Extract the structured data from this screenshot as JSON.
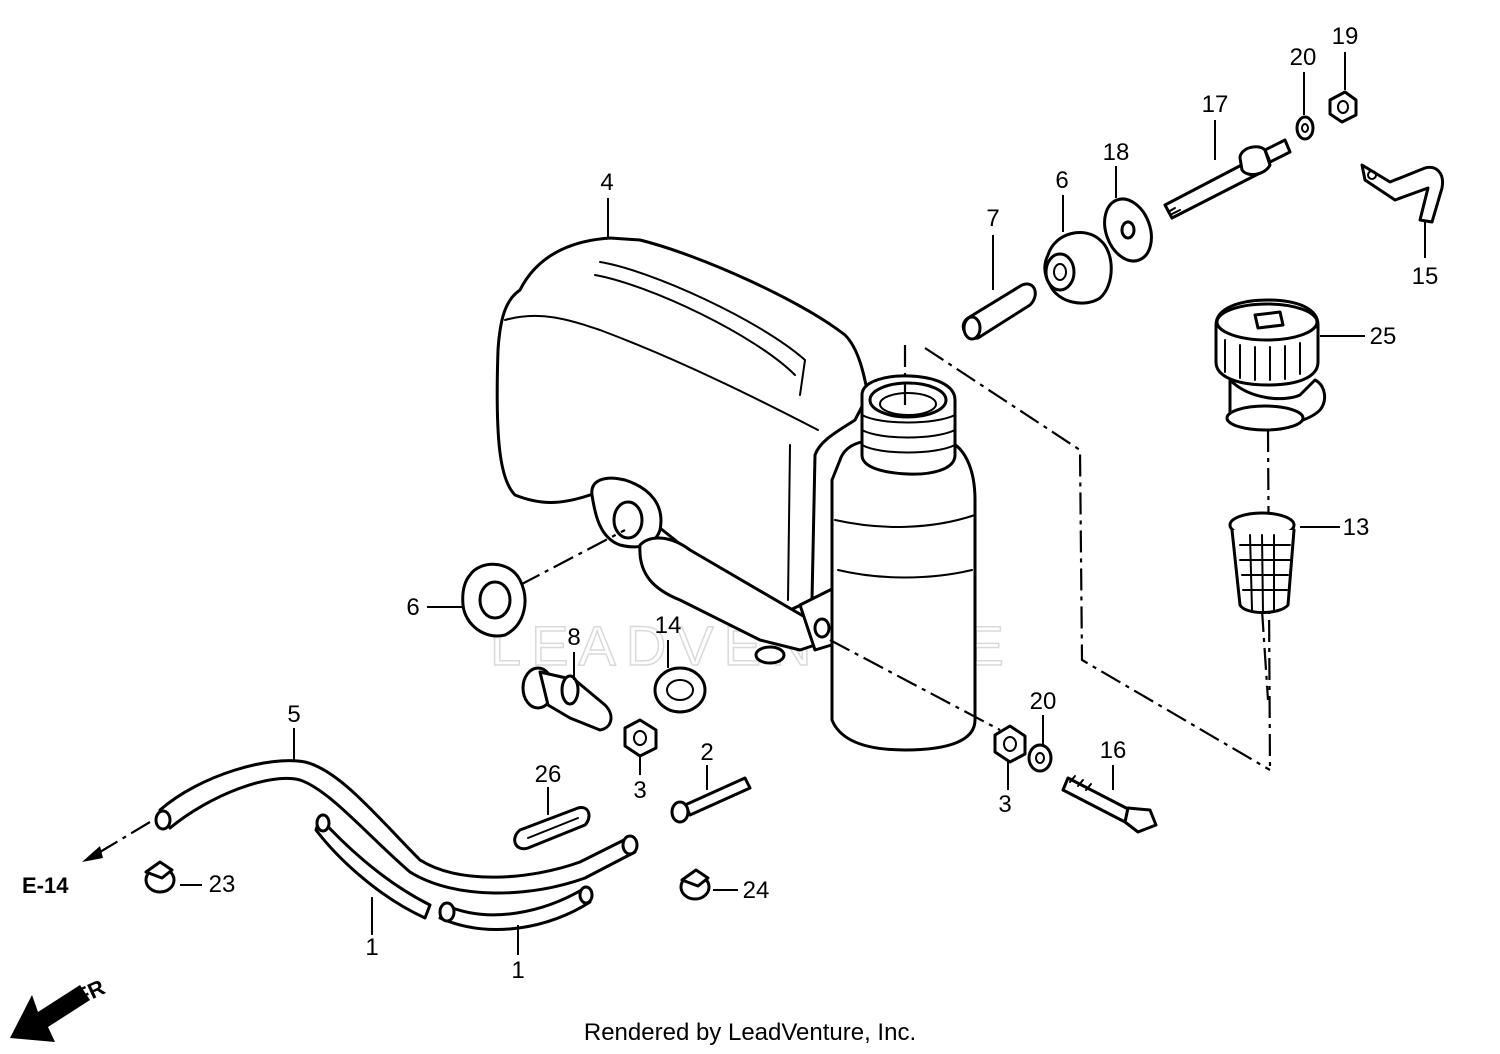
{
  "callouts": {
    "c1a": "1",
    "c1b": "1",
    "c2": "2",
    "c3a": "3",
    "c3b": "3",
    "c4": "4",
    "c5": "5",
    "c6a": "6",
    "c6b": "6",
    "c7": "7",
    "c8": "8",
    "c13": "13",
    "c14": "14",
    "c15": "15",
    "c16": "16",
    "c17": "17",
    "c18": "18",
    "c19": "19",
    "c20a": "20",
    "c20b": "20",
    "c23": "23",
    "c24": "24",
    "c25": "25",
    "c26": "26"
  },
  "reference": {
    "label": "E-14"
  },
  "direction": {
    "label": "FR"
  },
  "watermark": {
    "text": "LEADVENTURE"
  },
  "footer": {
    "credit": "Rendered by LeadVenture, Inc."
  }
}
